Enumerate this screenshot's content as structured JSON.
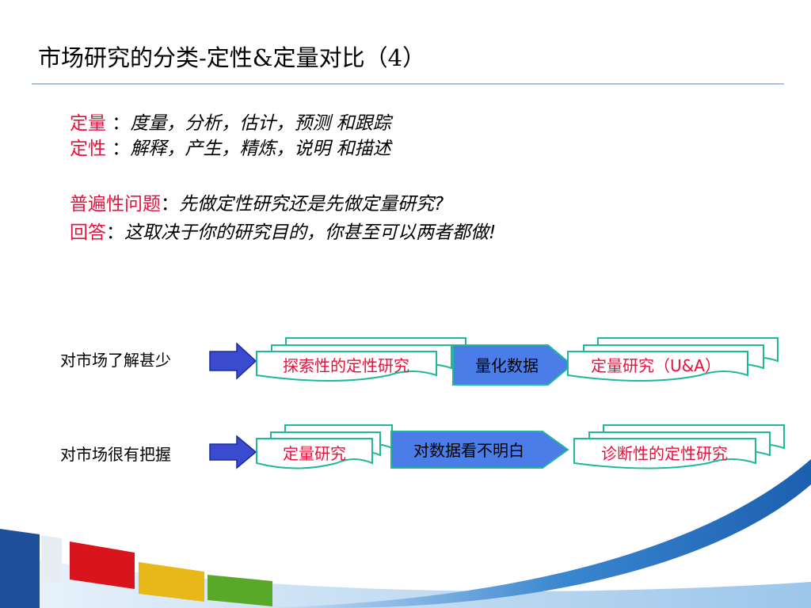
{
  "title": "市场研究的分类-定性&定量对比（4）",
  "definitions": [
    {
      "term": "定量",
      "sep": " ：",
      "text": "度量，分析，估计，预测 和跟踪"
    },
    {
      "term": "定性",
      "sep": " ：",
      "text": "解释，产生，精炼，说明 和描述"
    }
  ],
  "qa": {
    "question_label": "普遍性问题",
    "question_sep": "：",
    "question_text": "先做定性研究还是先做定量研究?",
    "answer_label": "回答",
    "answer_sep": "：",
    "answer_text": "这取决于你的研究目的，你甚至可以两者都做!"
  },
  "flows": [
    {
      "label": "对市场了解甚少",
      "box1": "探索性的定性研究",
      "connector": "量化数据",
      "box2": "定量研究（U&A）"
    },
    {
      "label": "对市场很有把握",
      "box1": "定量研究",
      "connector": "对数据看不明白",
      "box2": "诊断性的定性研究"
    }
  ],
  "colors": {
    "term_red": "#e8103c",
    "doc_border": "#20b89a",
    "arrow_fill": "#3a4bd0",
    "connector_fill": "#4a7de8",
    "rule": "#a9c4dc"
  }
}
